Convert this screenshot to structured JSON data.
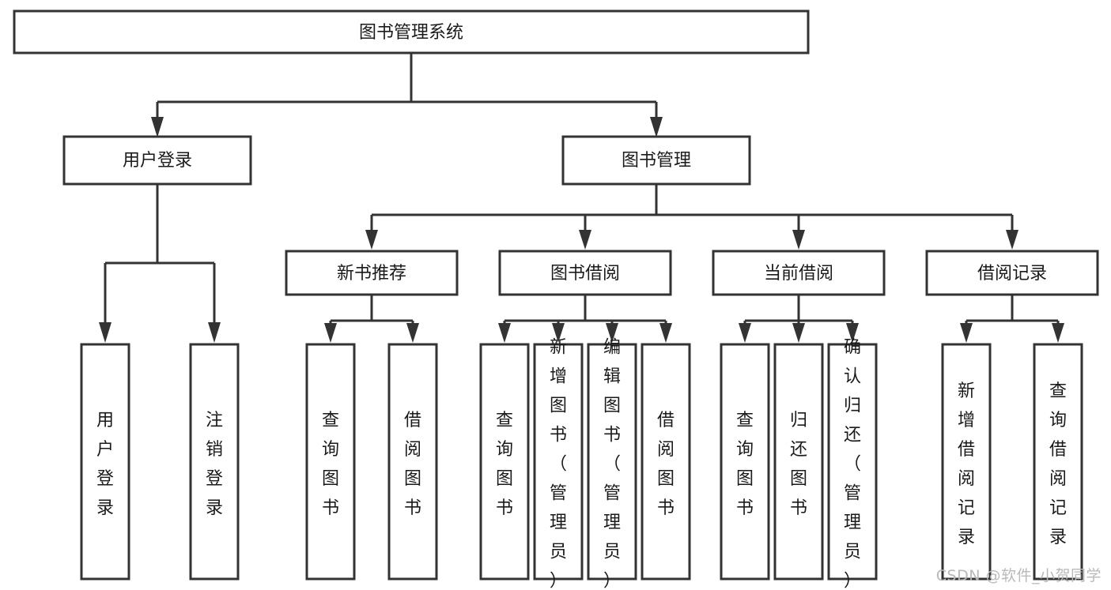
{
  "diagram": {
    "type": "tree-hierarchy-chart",
    "title": "图书管理系统",
    "watermark": "CSDN @软件_小贺同学",
    "levels": {
      "root": {
        "label": "图书管理系统"
      },
      "level2": [
        {
          "label": "用户登录"
        },
        {
          "label": "图书管理"
        }
      ],
      "level3": [
        {
          "label": "新书推荐"
        },
        {
          "label": "图书借阅"
        },
        {
          "label": "当前借阅"
        },
        {
          "label": "借阅记录"
        }
      ]
    },
    "leaves": {
      "user_login": [
        {
          "label": "用户登录"
        },
        {
          "label": "注销登录"
        }
      ],
      "new_book_recommend": [
        {
          "label": "查询图书"
        },
        {
          "label": "借阅图书"
        }
      ],
      "book_borrow": [
        {
          "label": "查询图书"
        },
        {
          "label": "新增图书（管理员）"
        },
        {
          "label": "编辑图书（管理员）"
        },
        {
          "label": "借阅图书"
        }
      ],
      "current_borrow": [
        {
          "label": "查询图书"
        },
        {
          "label": "归还图书"
        },
        {
          "label": "确认归还（管理员）"
        }
      ],
      "borrow_record": [
        {
          "label": "新增借阅记录"
        },
        {
          "label": "查询借阅记录"
        }
      ]
    },
    "colors": {
      "stroke": "#333333",
      "fill": "#ffffff",
      "text": "#1a1a1a",
      "watermark": "#b9b9b9"
    }
  }
}
